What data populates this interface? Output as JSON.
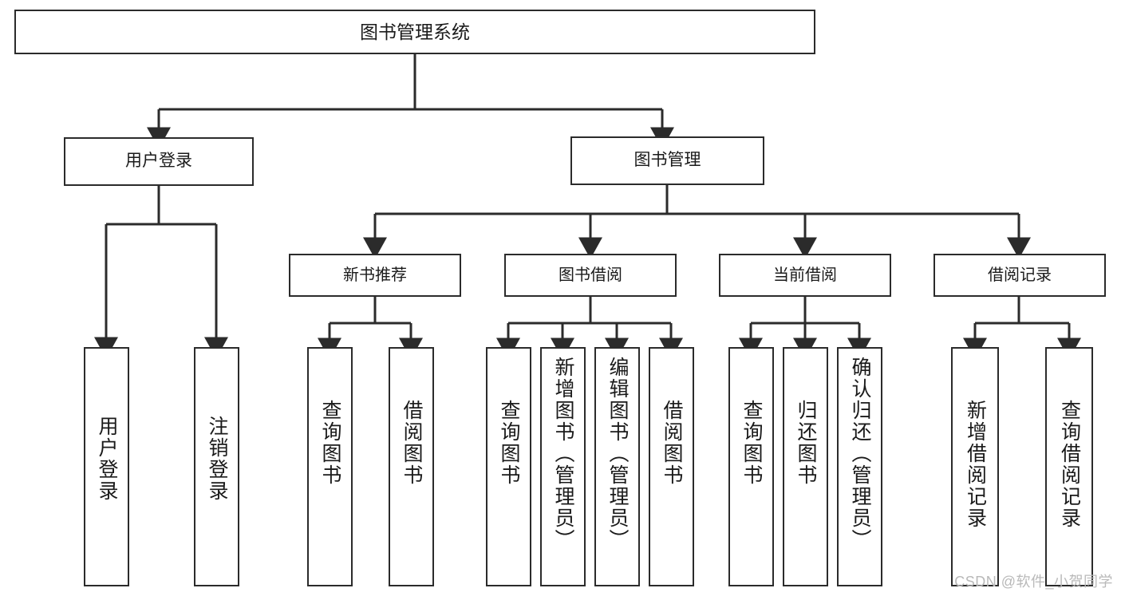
{
  "diagram": {
    "title": "图书管理系统",
    "type": "hierarchy-tree",
    "root": {
      "label": "图书管理系统"
    },
    "level1": [
      {
        "label": "用户登录"
      },
      {
        "label": "图书管理"
      }
    ],
    "level2": [
      {
        "label": "新书推荐"
      },
      {
        "label": "图书借阅"
      },
      {
        "label": "当前借阅"
      },
      {
        "label": "借阅记录"
      }
    ],
    "leaves": [
      {
        "label": "用户登录"
      },
      {
        "label": "注销登录"
      },
      {
        "label": "查询图书"
      },
      {
        "label": "借阅图书"
      },
      {
        "label": "查询图书"
      },
      {
        "label": "新增图书（管理员）"
      },
      {
        "label": "编辑图书（管理员）"
      },
      {
        "label": "借阅图书"
      },
      {
        "label": "查询图书"
      },
      {
        "label": "归还图书"
      },
      {
        "label": "确认归还（管理员）"
      },
      {
        "label": "新增借阅记录"
      },
      {
        "label": "查询借阅记录"
      }
    ],
    "watermark": "CSDN @软件_小贺同学",
    "colors": {
      "border": "#2b2b2b",
      "text": "#1a1a1a",
      "background": "#ffffff",
      "watermark": "#b9b9b9"
    }
  }
}
